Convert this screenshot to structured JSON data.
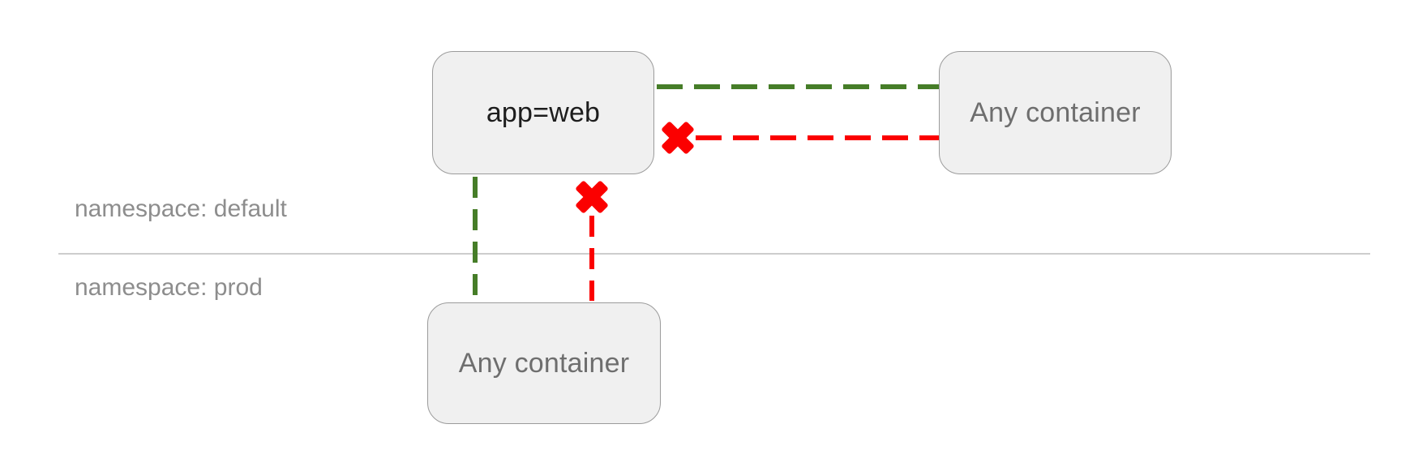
{
  "diagram": {
    "nodes": {
      "app_web": {
        "label": "app=web"
      },
      "any_container_default": {
        "label": "Any container"
      },
      "any_container_prod": {
        "label": "Any container"
      }
    },
    "namespaces": {
      "default_label": "namespace: default",
      "prod_label": "namespace: prod"
    },
    "edges": [
      {
        "name": "allowed-egress-to-any-container-default",
        "status": "allowed",
        "style": "dashed"
      },
      {
        "name": "blocked-ingress-from-any-container-default",
        "status": "blocked",
        "style": "dashed"
      },
      {
        "name": "allowed-egress-to-any-container-prod",
        "status": "allowed",
        "style": "dashed"
      },
      {
        "name": "blocked-ingress-from-any-container-prod",
        "status": "blocked",
        "style": "dashed"
      }
    ],
    "colors": {
      "allowed": "#467d28",
      "denied": "#fb0000",
      "node_fill": "#f0f0f0",
      "node_border": "#9b9b9b",
      "node_text_primary": "#1d1d1d",
      "node_text_secondary": "#6e6e6e",
      "namespace_text": "#8d8d8d",
      "divider": "#cdcdcd"
    }
  }
}
